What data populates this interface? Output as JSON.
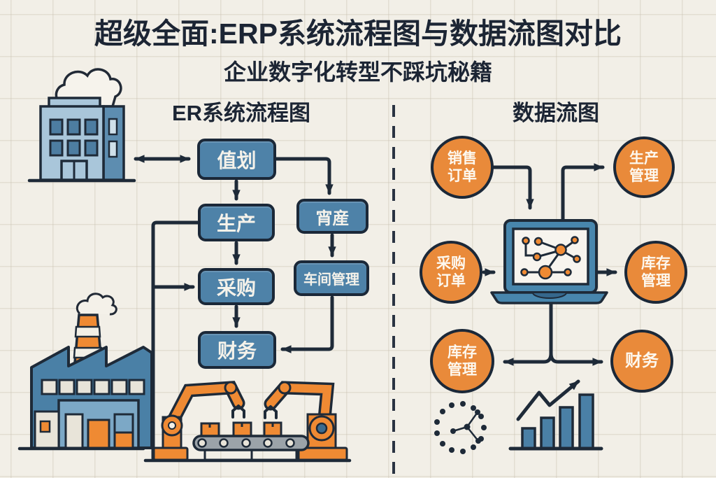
{
  "page": {
    "title": "超级全面:ERP系统流程图与数据流图对比",
    "subtitle": "企业数字化转型不踩坑秘籍"
  },
  "left_panel": {
    "heading": "ER系统流程图",
    "boxes": [
      {
        "label": "值划"
      },
      {
        "label": "生产"
      },
      {
        "label": "采购"
      },
      {
        "label": "财务"
      },
      {
        "label": "宵産"
      },
      {
        "label": "车间管理"
      }
    ],
    "icons": [
      "office-building-icon",
      "cloud-icon",
      "factory-icon",
      "chimney-smoke-icon",
      "robot-arm-icon",
      "conveyor-belt-icon"
    ]
  },
  "right_panel": {
    "heading": "数据流图",
    "nodes": [
      {
        "label": "销售\n订单"
      },
      {
        "label": "生产\n管理"
      },
      {
        "label": "采购\n订单"
      },
      {
        "label": "库存\n管理"
      },
      {
        "label": "库存\n管理"
      },
      {
        "label": "财务"
      }
    ],
    "icons": [
      "laptop-network-icon",
      "dotted-circle-network-icon",
      "growth-bar-chart-icon"
    ]
  },
  "colors": {
    "background": "#f2efe7",
    "ink": "#1e2a38",
    "box_blue": "#4e82a8",
    "accent_orange": "#e98a3a",
    "bar_blue": "#4a80a6"
  }
}
